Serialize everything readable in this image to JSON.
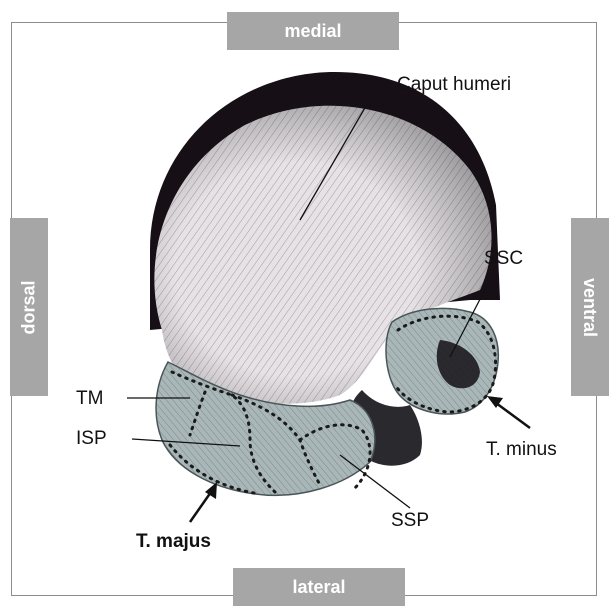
{
  "orientation": {
    "top": "medial",
    "bottom": "lateral",
    "left": "dorsal",
    "right": "ventral"
  },
  "labels": {
    "caput_humeri": "Caput humeri",
    "ssc": "SSC",
    "tm": "TM",
    "isp": "ISP",
    "t_minus": "T. minus",
    "ssp": "SSP",
    "t_majus": "T. majus"
  },
  "colors": {
    "tab": "#a6a6a6",
    "head_fill": "#e4e1e4",
    "dark_shadow": "#161016",
    "tendon_fill": "#9fb0b2"
  }
}
